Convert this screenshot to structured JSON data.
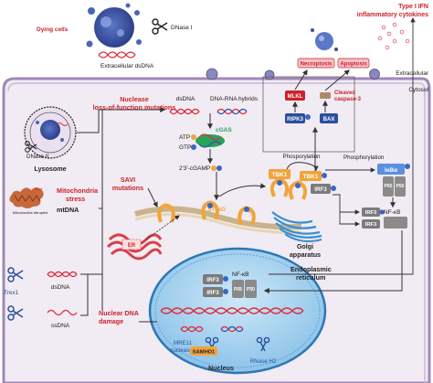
{
  "labels": {
    "dying_cells": "Dying cells",
    "dnase1": "DNase I",
    "extracellular_dsdna": "Extracellular dsDNA",
    "ifn_line1": "Type I IFN",
    "ifn_line2": "inflammatory cytokines",
    "necroptosis": "Necroptosis",
    "apoptosis": "Apoptosis",
    "extracellular": "Extracellular",
    "cytosol": "Cytosol",
    "nuclease_line1": "Nuclease",
    "nuclease_line2": "loss-of-function mutations",
    "dsdna_top": "dsDNA",
    "dna_rna_hybrids": "DNA-RNA hybrids",
    "cgas": "cGAS",
    "atp": "ATP",
    "gtp": "GTP",
    "cgamp": "2'3'-cGAMP",
    "mlkl": "MLKL",
    "ripk3": "RIPK3",
    "bax": "BAX",
    "cleaved_line1": "Cleaved",
    "cleaved_line2": "caspase-3",
    "dnase2": "DNase II",
    "lysosome": "Lysosome",
    "mito_line1": "Mitochondria",
    "mito_line2": "stress",
    "mtdna": "mtDNA",
    "mito_disrupted": "Mitochondria disrupted",
    "phosporylation_left": "Phosporylation",
    "phosphorylation_right": "Phosphorylation",
    "tbk1_a": "TBK1",
    "tbk1_b": "TBK1",
    "irf3_top": "IRF3",
    "ikba": "IκBα",
    "p65": "P65",
    "p50": "P50",
    "nfkb_cyto": "NF-κB",
    "irf3_stack_1": "IRF3",
    "irf3_stack_2": "IRF3",
    "p_marker": "P",
    "savi_line1": "SAVI",
    "savi_line2": "mutations",
    "sting": "STING",
    "er": "ER",
    "golgi_line1": "Golgi",
    "golgi_line2": "apparatus",
    "trex1": "Trex1",
    "dsdna_left": "dsDNA",
    "ssdna_left": "ssDNA",
    "nfkb_nuc": "NF-κB",
    "irf3_nuc_1": "IRF3",
    "irf3_nuc_2": "IRF3",
    "p65_nuc": "P65",
    "p50_nuc": "P50",
    "er_line1": "Endoplasmic",
    "er_line2": "reticulum",
    "nuclear_line1": "Nuclear DNA",
    "nuclear_line2": "damage",
    "mre11_line1": "MRE11",
    "mre11_line2": "nuclease",
    "samhd1": "SAMHD1",
    "rnase_h2": "RNase H2",
    "nucleus": "Nucleus"
  },
  "colors": {
    "cell_fill": "#f1ebf3",
    "cell_border": "#a088b8",
    "nucleus_fill": "#a9d4f0",
    "nucleus_border": "#2c77b6",
    "tbk1": "#f0a43a",
    "irf3": "#7b7b7b",
    "phospho": "#3a66c4",
    "ikba": "#5a90e0",
    "cgas": "#28a35a",
    "red_label": "#cc2229",
    "dna_red": "#e0293a",
    "dna_blue": "#2d4fa8"
  }
}
